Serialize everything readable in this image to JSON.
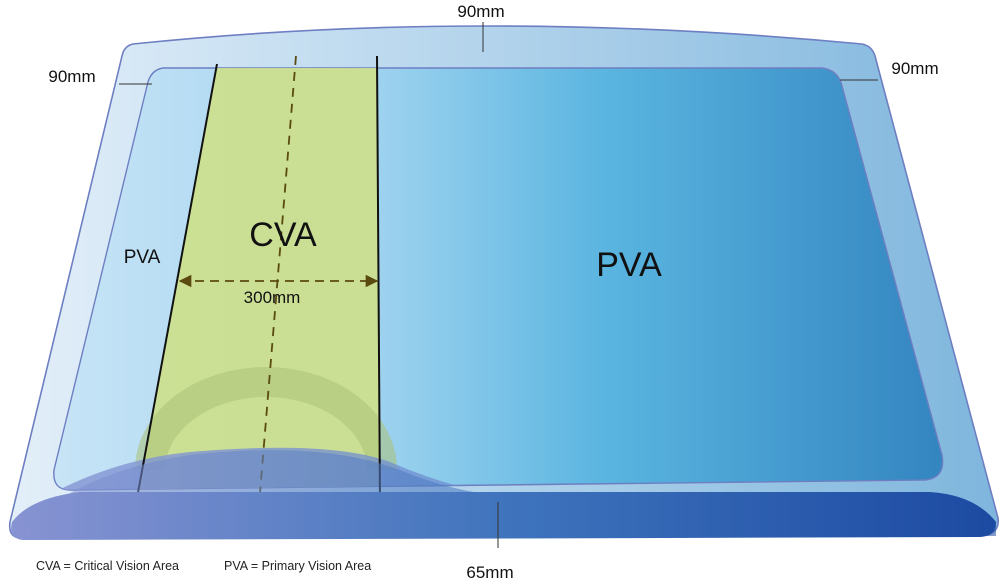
{
  "dimensions": {
    "top": "90mm",
    "left": "90mm",
    "right": "90mm",
    "bottom": "65mm",
    "cva_width": "300mm"
  },
  "regions": {
    "cva_label": "CVA",
    "pva_left_label": "PVA",
    "pva_main_label": "PVA"
  },
  "legend": {
    "cva": "CVA = Critical Vision Area",
    "pva": "PVA = Primary Vision Area"
  },
  "colors": {
    "pva_start": "#a9d6f2",
    "pva_end": "#2f80c2",
    "cva_fill": "#c6db8c",
    "frame_outer": "#d8e9f6",
    "bottom_band_start": "#7a8fcf",
    "bottom_band_end": "#1d4aa3",
    "dimension_line": "#5a4a10"
  }
}
